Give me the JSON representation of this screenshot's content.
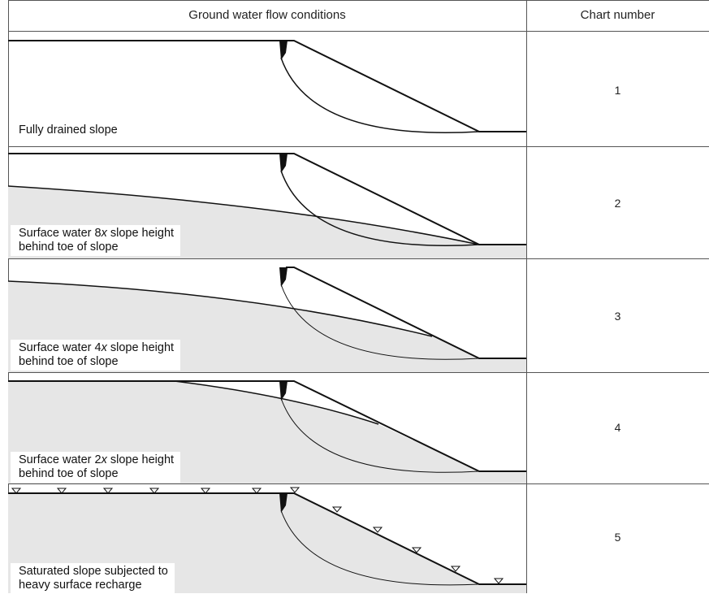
{
  "header": {
    "conditions_label": "Ground water flow conditions",
    "chart_label": "Chart number"
  },
  "rows": [
    {
      "caption_line1": "Fully drained slope",
      "caption_line2": "",
      "chart_number": "1"
    },
    {
      "caption_pre": "Surface water 8",
      "caption_x": "x",
      "caption_post": " slope height",
      "caption_line2": "behind toe of slope",
      "chart_number": "2"
    },
    {
      "caption_pre": "Surface water 4",
      "caption_x": "x",
      "caption_post": " slope height",
      "caption_line2": "behind toe of slope",
      "chart_number": "3"
    },
    {
      "caption_pre": "Surface water 2",
      "caption_x": "x",
      "caption_post": " slope height",
      "caption_line2": "behind toe of slope",
      "chart_number": "4"
    },
    {
      "caption_line1": "Saturated slope subjected to",
      "caption_line2": "heavy surface recharge",
      "chart_number": "5"
    }
  ],
  "colors": {
    "saturated_fill": "#e6e6e6",
    "line": "#111111",
    "grid": "#555555"
  }
}
